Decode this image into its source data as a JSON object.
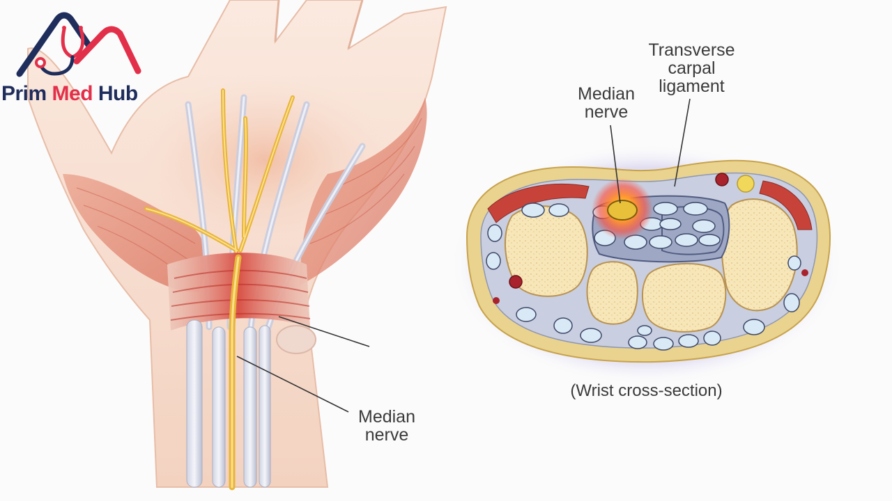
{
  "logo": {
    "word1": "Prim",
    "word2": "Med",
    "word3": "Hub",
    "color_navy": "#1f2d5c",
    "color_red": "#e2304a",
    "icon": "stethoscope-mountain-icon"
  },
  "hand_figure": {
    "label_median_nerve": {
      "line1": "Median",
      "line2": "nerve"
    }
  },
  "cross_section": {
    "label_median_nerve": {
      "line1": "Median",
      "line2": "nerve"
    },
    "label_ligament": {
      "line1": "Transverse",
      "line2": "carpal",
      "line3": "ligament"
    },
    "caption": "(Wrist cross-section)"
  }
}
